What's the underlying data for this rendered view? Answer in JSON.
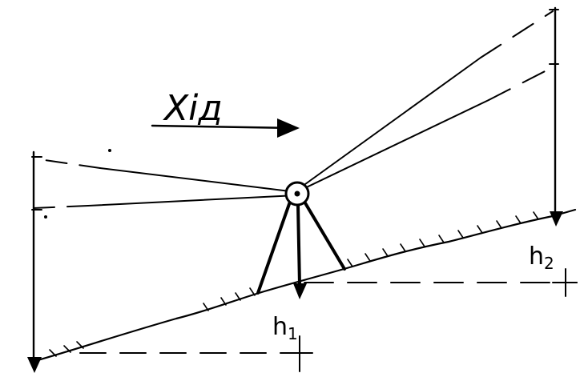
{
  "labels": {
    "direction": "Хід",
    "h1": "h",
    "h1_sub": "1",
    "h2": "h",
    "h2_sub": "2"
  },
  "colors": {
    "ink": "#000000",
    "background": "#ffffff"
  }
}
